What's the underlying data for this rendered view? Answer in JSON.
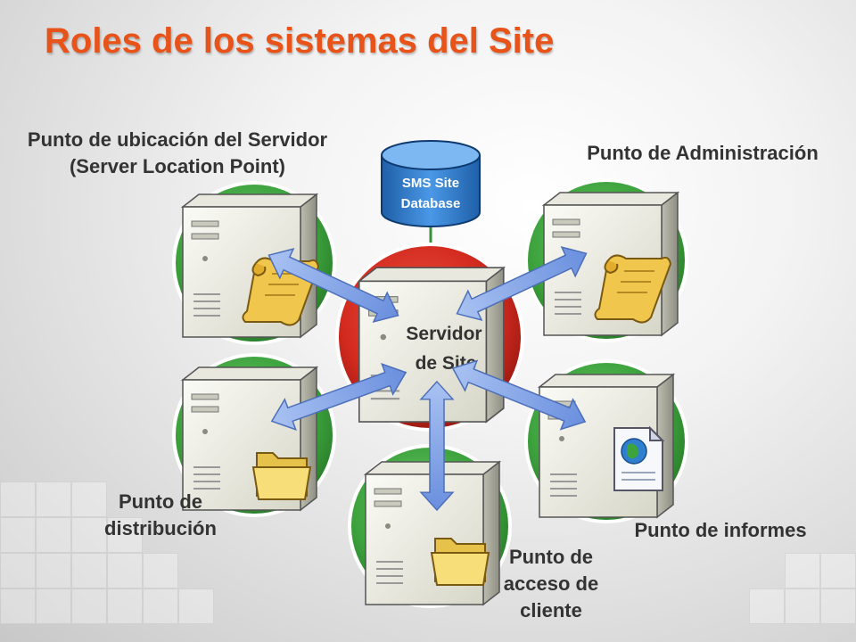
{
  "title": "Roles de los sistemas del  Site",
  "database": {
    "line1": "SMS Site",
    "line2": "Database"
  },
  "center": {
    "line1": "Servidor",
    "line2": "de Site"
  },
  "roles": {
    "server_location_point": {
      "line1": "Punto de ubicación del Servidor",
      "line2": "(Server Location Point)"
    },
    "management_point": {
      "line1": "Punto de Administración"
    },
    "distribution_point": {
      "line1": "Punto de",
      "line2": "distribución"
    },
    "reporting_point": {
      "line1": "Punto de informes"
    },
    "client_access_point": {
      "line1": "Punto de",
      "line2": "acceso de",
      "line3": "cliente"
    }
  },
  "colors": {
    "title": "#e8531a",
    "role_circle": "#3da33d",
    "center_circle": "#d32a1e",
    "database": "#2f7fd0",
    "arrow": "#7da2e6"
  },
  "icons": [
    "server-icon",
    "scroll-icon",
    "folder-icon",
    "web-document-icon",
    "database-icon",
    "arrow-icon"
  ]
}
